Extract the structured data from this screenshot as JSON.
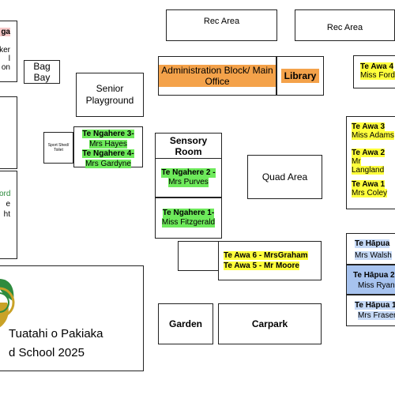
{
  "map": {
    "title_line1": "Tuatahi o Pakiaka",
    "title_line2": "d School 2025",
    "areas": {
      "rec_area_1": "Rec Area",
      "rec_area_2": "Rec Area",
      "admin": "Administration Block/ Main Office",
      "library": "Library",
      "bag_bay": "Bag Bay",
      "senior_playground": "Senior Playground",
      "sport_shed": "Sport Shed/ Toilet",
      "sensory_room": "Sensory Room",
      "quad_area": "Quad Area",
      "garden": "Garden",
      "carpark": "Carpark"
    },
    "left_partial": {
      "top_lines": [
        "ga",
        "ker",
        "l",
        "on"
      ],
      "mid_lines": [
        "ord",
        "e",
        "ht"
      ]
    },
    "rooms": {
      "te_awa_4": {
        "name": "Te Awa 4",
        "teacher": "Miss  Ford"
      },
      "te_awa_3": {
        "name": "Te Awa 3",
        "teacher": "Miss Adams"
      },
      "te_awa_2": {
        "name": "Te Awa 2",
        "teacher": "Mr Langland"
      },
      "te_awa_1": {
        "name": "Te Awa  1",
        "teacher": "Mrs Coley"
      },
      "te_awa_6": {
        "line": "Te Awa 6 - MrsGraham"
      },
      "te_awa_5": {
        "line": "Te Awa 5 - Mr Moore"
      },
      "te_ngahere_3": {
        "line1": "Te Ngahere 3-",
        "line2": "Mrs Hayes"
      },
      "te_ngahere_4": {
        "line1": "Te Ngahere 4-",
        "line2": "Mrs Gardyne"
      },
      "te_ngahere_2": {
        "line1": "Te Ngahere 2 -",
        "line2": "Mrs Purves"
      },
      "te_ngahere_1": {
        "line1": "Te Ngahere 1-",
        "line2": "Miss Fitzgerald"
      },
      "te_hapua_a": {
        "name": "Te Hāpua",
        "teacher": "Mrs Walsh"
      },
      "te_hapua_2": {
        "name": "Te Hāpua 2",
        "teacher": "Miss Ryan"
      },
      "te_hapua_1": {
        "name": "Te Hāpua 1",
        "teacher": "Mrs Fraser"
      }
    },
    "colors": {
      "te_awa": "#ffff3c",
      "te_ngahere": "#6eea5b",
      "admin": "#f4a24a",
      "te_hapua": "#c5d9f7",
      "logo_green": "#2e8b3e",
      "logo_gold": "#c9a227"
    }
  }
}
